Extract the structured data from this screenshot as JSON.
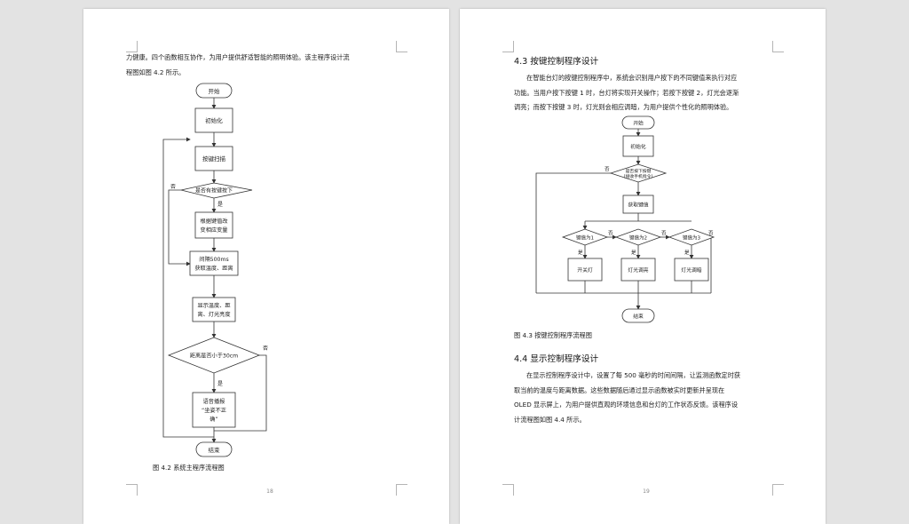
{
  "left_page": {
    "intro_lines": [
      "力健康。四个函数相互协作，为用户提供舒适智能的照明体验。该主程序设计流",
      "程图如图 4.2 所示。"
    ],
    "flowchart": {
      "start": "开始",
      "init": "初始化",
      "key_scan": "按键扫描",
      "decision_key": "是否有按键按下",
      "no_1": "否",
      "yes_1": "是",
      "change_vars": [
        "根据键值改",
        "变相应变量"
      ],
      "interval": [
        "间隔500ms",
        "获取温度、距离"
      ],
      "display": [
        "显示温度、距",
        "离、灯光亮度"
      ],
      "decision_dist": "距离是否小于30cm",
      "no_2": "否",
      "yes_2": "是",
      "voice": [
        "语音播报",
        "“坐姿不正",
        "确”"
      ],
      "end": "结束"
    },
    "caption": "图 4.2  系统主程序流程图",
    "page_number": "18"
  },
  "right_page": {
    "heading_1": "4.3  按键控制程序设计",
    "para_1_lines": [
      "在智能台灯的按键控制程序中，系统会识别用户按下的不同键值来执行对应",
      "功能。当用户按下按键 1 时，台灯将实现开关操作；若按下按键 2，灯光会逐渐",
      "调亮；而按下按键 3 时，灯光则会相应调暗，为用户提供个性化的照明体验。"
    ],
    "flowchart": {
      "start": "开始",
      "init": "初始化",
      "decision_key": [
        "是否按下按键",
        "(接收手机指令)"
      ],
      "no_main": "否",
      "get_key": "获取键值",
      "d1": "键值为1",
      "d2": "键值为2",
      "d3": "键值为3",
      "no_1": "否",
      "no_2": "否",
      "no_3": "否",
      "yes_1": "是",
      "yes_2": "是",
      "yes_3": "是",
      "action_1": "开关灯",
      "action_2": "灯光调亮",
      "action_3": "灯光调暗",
      "end": "结束"
    },
    "caption": "图 4.3  按键控制程序流程图",
    "heading_2": "4.4  显示控制程序设计",
    "para_2_lines": [
      "在显示控制程序设计中，设置了每 500 毫秒的时间间隔，让监测函数定时获",
      "取当前的温度与距离数据。这些数据随后通过显示函数被实时更新并呈现在",
      "OLED 显示屏上，为用户提供直观的环境信息和台灯的工作状态反馈。该程序设",
      "计流程图如图 4.4 所示。"
    ],
    "page_number": "19"
  }
}
